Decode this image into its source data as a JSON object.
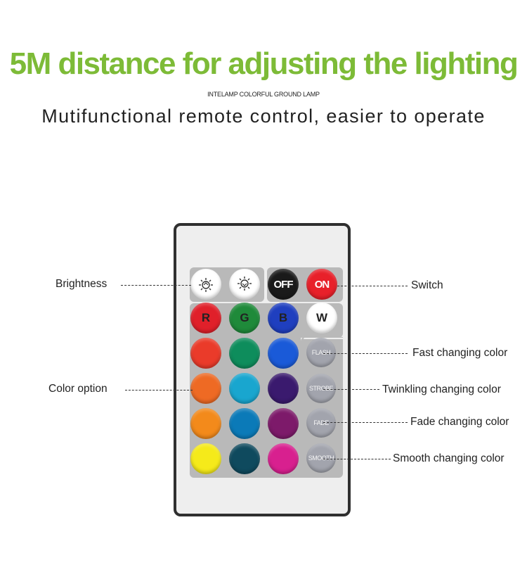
{
  "headline": "5M distance for adjusting the lighting",
  "brand": "INTELAMP COLORFUL GROUND LAMP",
  "subtitle": "Mutifunctional remote control, easier to operate",
  "remote": {
    "brightness_up_icon": "sun-up-icon",
    "brightness_down_icon": "sun-down-icon",
    "off_label": "OFF",
    "on_label": "ON",
    "r_label": "R",
    "g_label": "G",
    "b_label": "B",
    "w_label": "W",
    "flash_label": "FLASH",
    "strobe_label": "STROBE",
    "fade_label": "FADE",
    "smooth_label": "SMOOTH",
    "colors": {
      "off": "#1a1a1a",
      "on": "#e8202a",
      "r": "#e0202a",
      "g": "#1f8a3a",
      "b": "#1f3fbf",
      "w": "#ffffff",
      "row2": [
        "#ea3b2a",
        "#0e8d5c",
        "#1a5ad8"
      ],
      "row3": [
        "#ee6a24",
        "#19a6cf",
        "#3a1a6e"
      ],
      "row4": [
        "#f38a1b",
        "#0b7ab8",
        "#7d1a6a"
      ],
      "row5": [
        "#f5ea1a",
        "#0f4a5e",
        "#d8208f"
      ]
    }
  },
  "callouts": {
    "brightness": "Brightness",
    "color_option": "Color option",
    "switch": "Switch",
    "fast": "Fast changing color",
    "twinkling": "Twinkling changing color",
    "fade": "Fade changing color",
    "smooth": "Smooth changing color"
  }
}
